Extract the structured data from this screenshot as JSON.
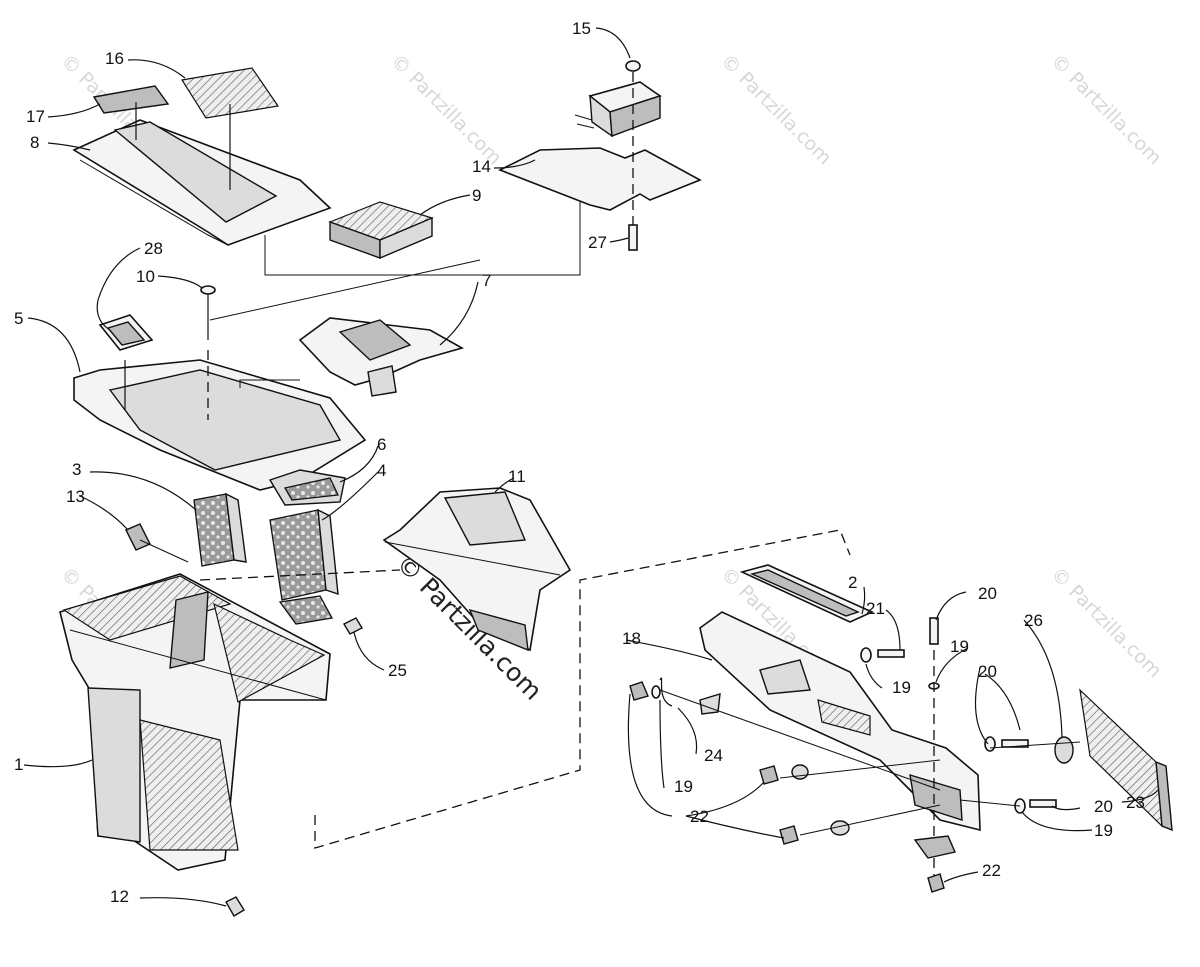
{
  "watermark": {
    "brand_text": "© Partzilla.com"
  },
  "callouts": [
    {
      "id": "c1",
      "label": "1"
    },
    {
      "id": "c2",
      "label": "2"
    },
    {
      "id": "c3",
      "label": "3"
    },
    {
      "id": "c4",
      "label": "4"
    },
    {
      "id": "c5",
      "label": "5"
    },
    {
      "id": "c6",
      "label": "6"
    },
    {
      "id": "c7",
      "label": "7"
    },
    {
      "id": "c8",
      "label": "8"
    },
    {
      "id": "c9",
      "label": "9"
    },
    {
      "id": "c10",
      "label": "10"
    },
    {
      "id": "c11",
      "label": "11"
    },
    {
      "id": "c12",
      "label": "12"
    },
    {
      "id": "c13",
      "label": "13"
    },
    {
      "id": "c14",
      "label": "14"
    },
    {
      "id": "c15",
      "label": "15"
    },
    {
      "id": "c16",
      "label": "16"
    },
    {
      "id": "c17",
      "label": "17"
    },
    {
      "id": "c18",
      "label": "18"
    },
    {
      "id": "c19a",
      "label": "19"
    },
    {
      "id": "c19b",
      "label": "19"
    },
    {
      "id": "c19c",
      "label": "19"
    },
    {
      "id": "c19d",
      "label": "19"
    },
    {
      "id": "c20a",
      "label": "20"
    },
    {
      "id": "c20b",
      "label": "20"
    },
    {
      "id": "c20c",
      "label": "20"
    },
    {
      "id": "c21",
      "label": "21"
    },
    {
      "id": "c22a",
      "label": "22"
    },
    {
      "id": "c22b",
      "label": "22"
    },
    {
      "id": "c23",
      "label": "23"
    },
    {
      "id": "c24",
      "label": "24"
    },
    {
      "id": "c25",
      "label": "25"
    },
    {
      "id": "c26",
      "label": "26"
    },
    {
      "id": "c27",
      "label": "27"
    },
    {
      "id": "c28",
      "label": "28"
    }
  ],
  "colors": {
    "line": "#111111",
    "watermark_faint": "#d7d7d7",
    "background": "#ffffff"
  }
}
